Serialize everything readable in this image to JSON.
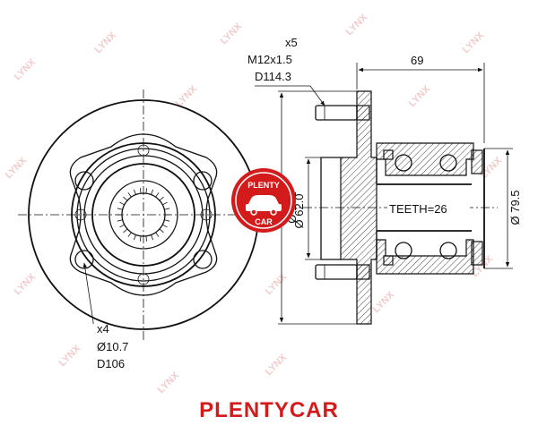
{
  "watermark": {
    "text": "LYNX",
    "color": "#e7a0a0"
  },
  "front_view": {
    "bolt_count": "x4",
    "hole_diameter": "Ø10.7",
    "pcd": "D106"
  },
  "side_view": {
    "stud_count": "x5",
    "stud_thread": "M12x1.5",
    "stud_pcd": "D114.3",
    "hub_depth": "69",
    "pilot_diameter": "Ø 152",
    "bearing_diameter": "Ø 62.0",
    "outer_diameter": "Ø 79.5",
    "teeth": "TEETH=26"
  },
  "logo": {
    "line1": "PLENTY",
    "line2": "CAR",
    "color": "#d41b1b"
  },
  "footer": {
    "brand": "PLENTYCAR",
    "color": "#d41b1b"
  }
}
